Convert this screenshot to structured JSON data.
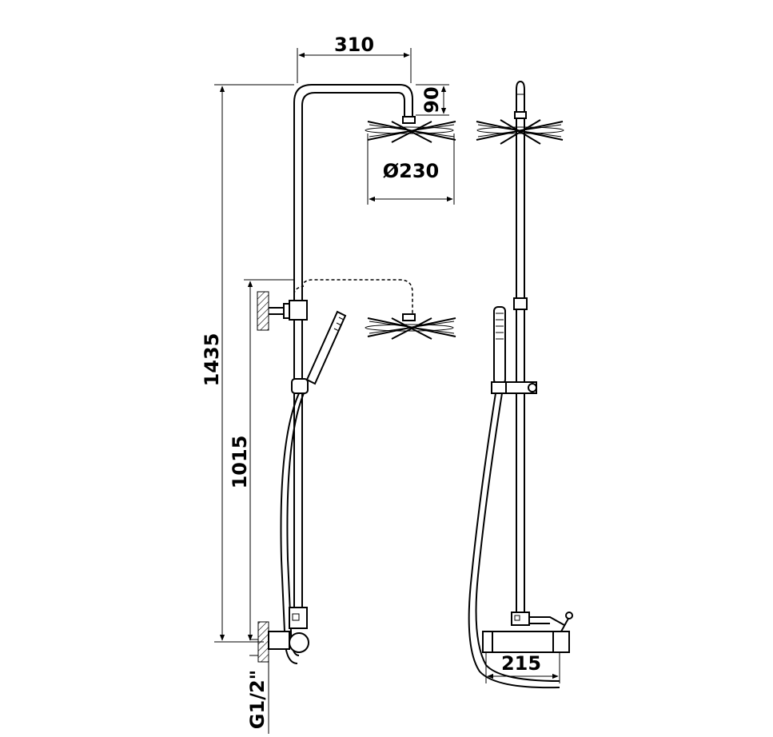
{
  "dimensions": {
    "top_width": "310",
    "head_drop": "90",
    "head_diameter": "Ø230",
    "total_height": "1435",
    "outlet_height": "1015",
    "thread": "G1/2\"",
    "mixer_width": "215"
  }
}
